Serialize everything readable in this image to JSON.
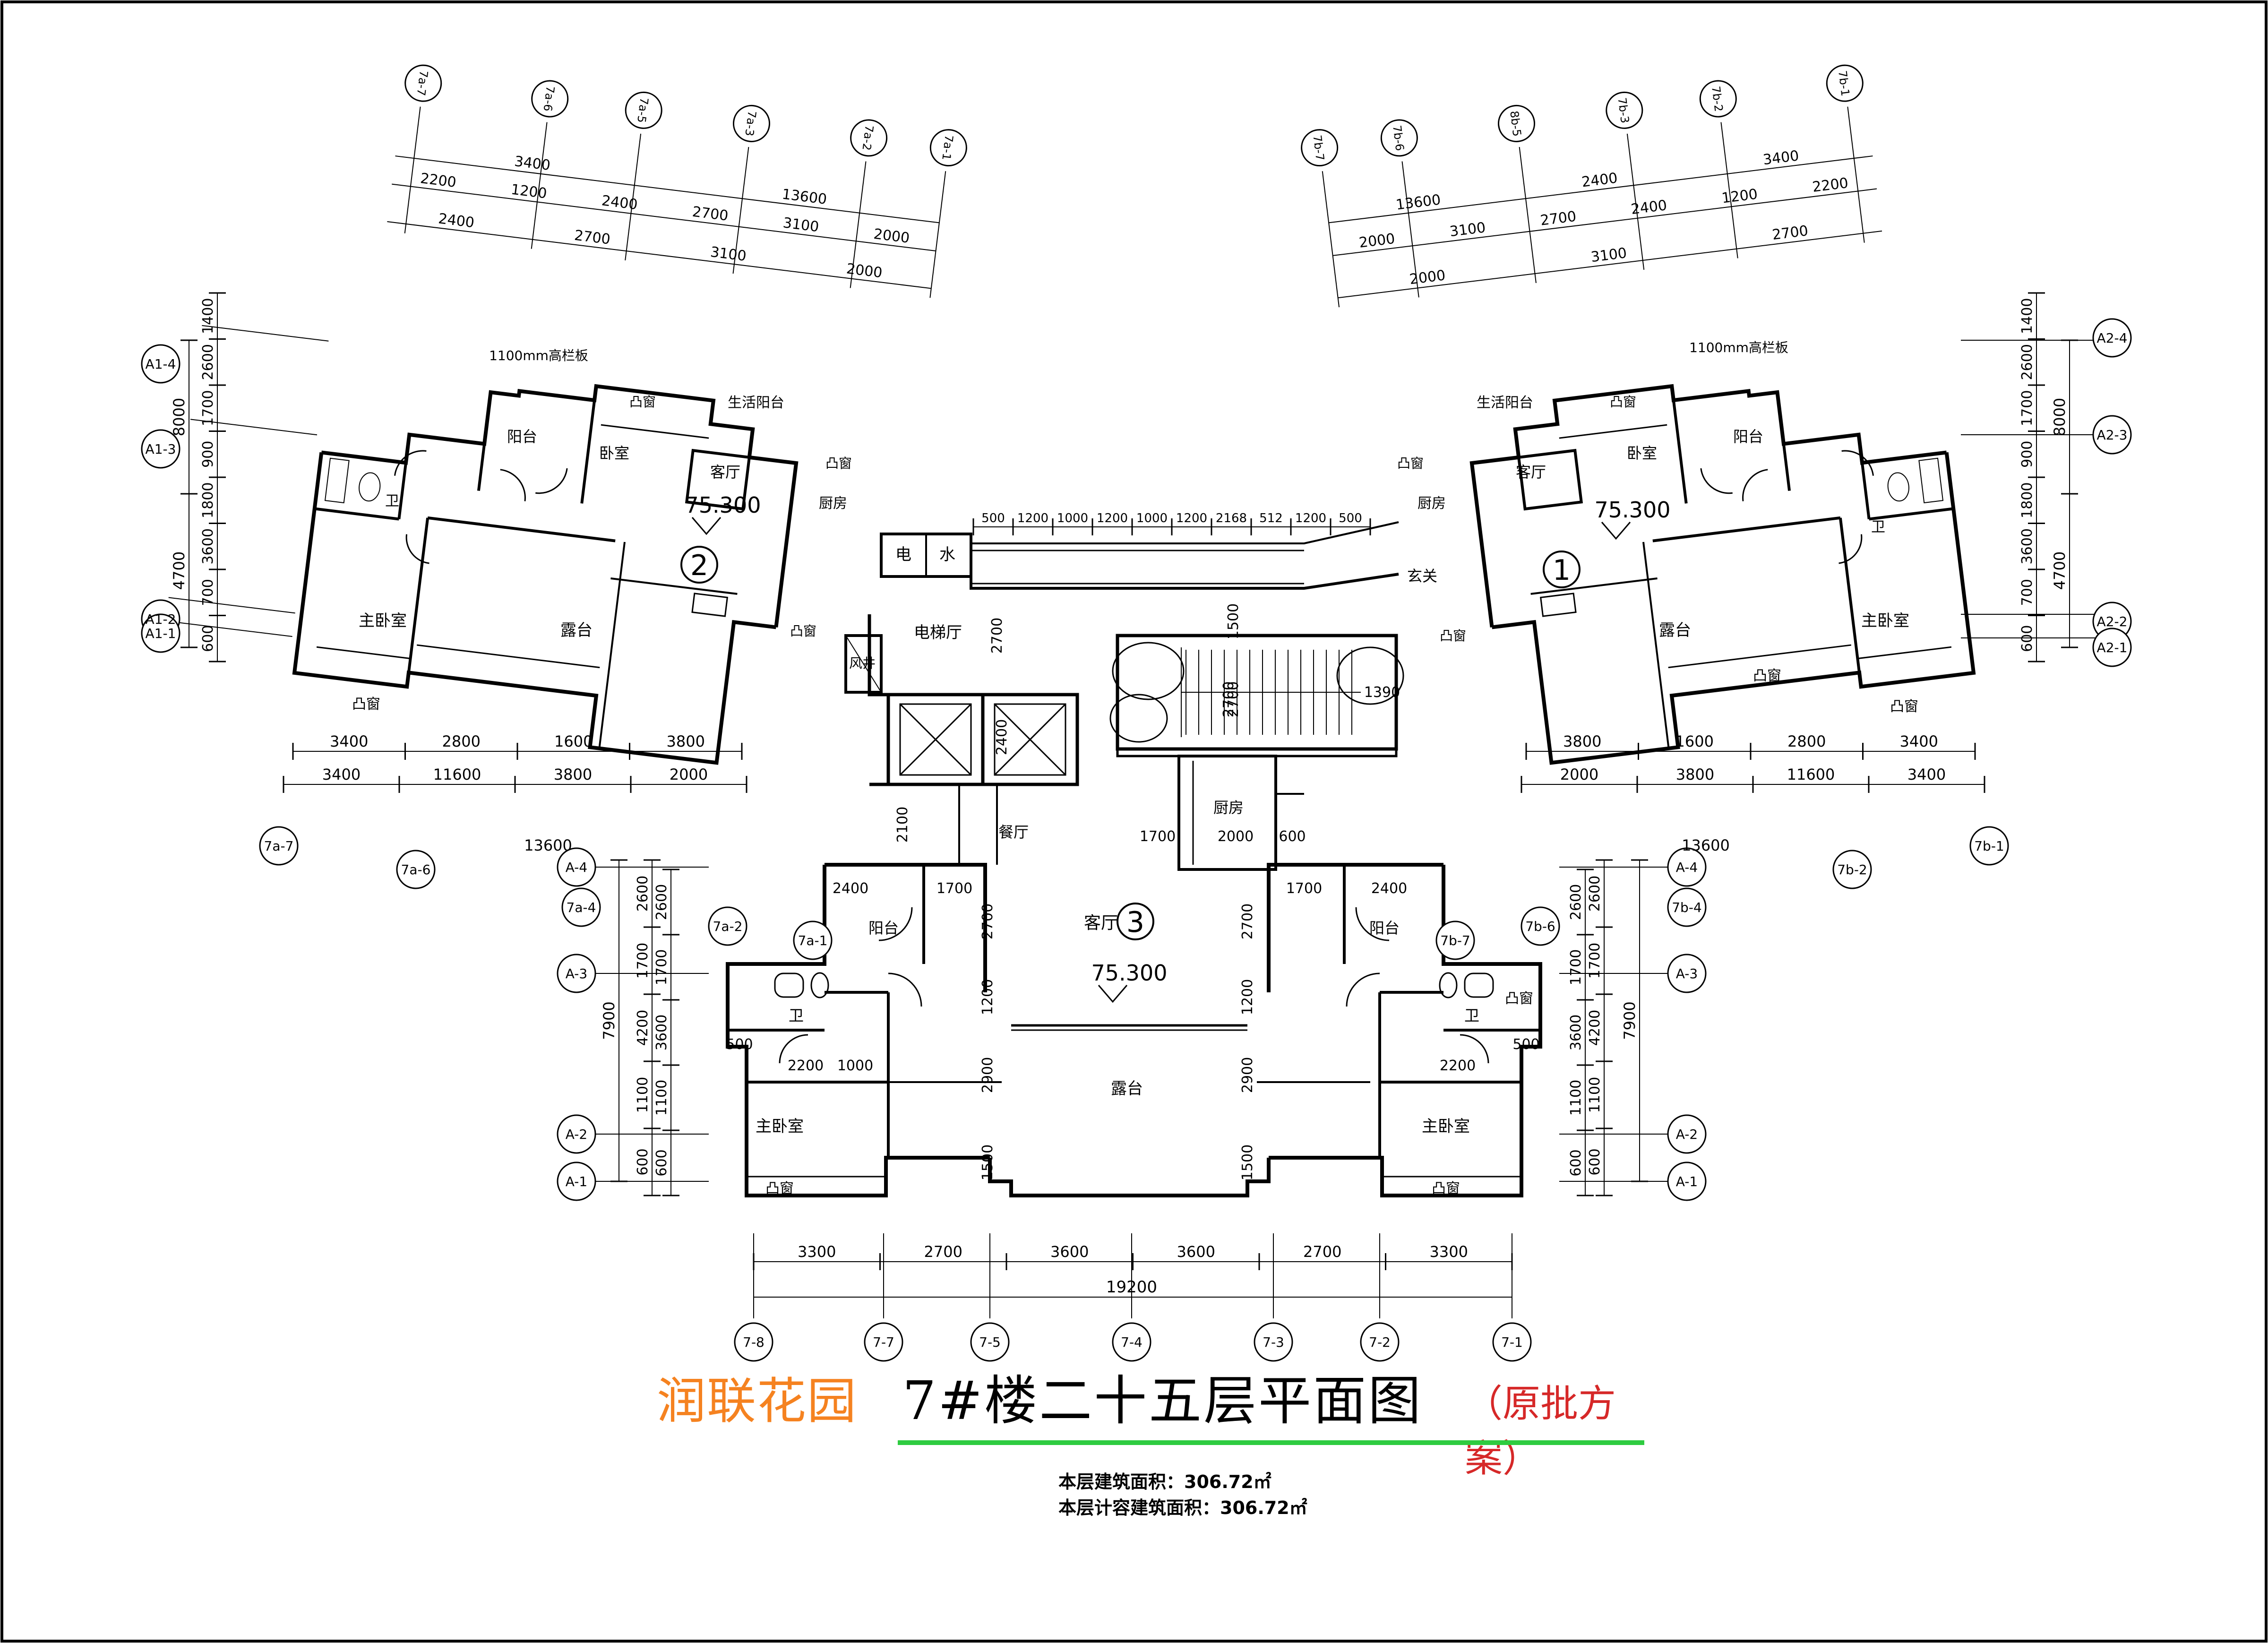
{
  "title": {
    "project": "润联花园",
    "main": "7#楼二十五层平面图",
    "note": "（原批方案）",
    "underline_color": "#2ecc40",
    "project_color": "#f58220",
    "note_color": "#d62828"
  },
  "areas": {
    "floor_area": "本层建筑面积：306.72㎡",
    "far_area": "本层计容建筑面积：306.72㎡"
  },
  "units": {
    "u1": {
      "number": "1",
      "elevation": "75.300"
    },
    "u2": {
      "number": "2",
      "elevation": "75.300"
    },
    "u3": {
      "number": "3",
      "elevation": "75.300"
    }
  },
  "rooms": {
    "living": "客厅",
    "bedroom": "卧室",
    "master": "主卧室",
    "balcony": "阳台",
    "service_balcony": "生活阳台",
    "kitchen": "厨房",
    "bath": "卫",
    "bay": "凸窗",
    "terrace": "露台",
    "elevator_hall": "电梯厅",
    "dining": "餐厅",
    "vestibule": "玄关",
    "elec": "电",
    "water": "水",
    "shaft": "风井",
    "rail": "1100mm高栏板"
  },
  "axes": {
    "bottom": [
      "7-8",
      "7-7",
      "7-5",
      "7-4",
      "7-3",
      "7-2",
      "7-1"
    ],
    "top_left": [
      "7a-7",
      "7a-6",
      "7a-5",
      "7a-3",
      "7a-2",
      "7a-1"
    ],
    "top_right": [
      "7b-7",
      "7b-6",
      "8b-5",
      "7b-3",
      "7b-2",
      "7b-1"
    ],
    "left_wing": [
      "A1-4",
      "A1-3",
      "A1-2",
      "A1-1"
    ],
    "right_wing": [
      "A2-4",
      "A2-3",
      "A2-2",
      "A2-1"
    ],
    "center_left": [
      "A-4",
      "A-3",
      "A-2",
      "A-1"
    ],
    "center_right": [
      "A-4",
      "A-3",
      "A-2",
      "A-1"
    ],
    "lower_left": [
      "7a-7",
      "7a-6",
      "7a-4",
      "7a-2",
      "7a-1"
    ],
    "lower_right": [
      "7b-1",
      "7b-2",
      "7b-4",
      "7b-6",
      "7b-7"
    ]
  },
  "dims": {
    "bottom_row": [
      "3300",
      "2700",
      "3600",
      "3600",
      "2700",
      "3300"
    ],
    "bottom_total": "19200",
    "top_left_r1": [
      "3400",
      "13600"
    ],
    "top_left_r2": [
      "2200",
      "1200",
      "2400",
      "2700",
      "3100",
      "2000"
    ],
    "top_left_r3": [
      "2400",
      "2700",
      "3100",
      "2000"
    ],
    "top_right_r1": [
      "13600",
      "2400",
      "3400"
    ],
    "top_right_r2": [
      "2000",
      "3100",
      "2700",
      "2400",
      "1200",
      "2200"
    ],
    "top_right_r3": [
      "2000",
      "3100",
      "2700"
    ],
    "left_wing_v": [
      "1400",
      "2600",
      "1700",
      "900",
      "1800",
      "4700",
      "3600",
      "8000",
      "700",
      "600"
    ],
    "right_wing_v": [
      "1400",
      "2600",
      "1700",
      "900",
      "1800",
      "4700",
      "3600",
      "8000",
      "700",
      "600"
    ],
    "left_wing_bottom_r1": [
      "3400",
      "2800",
      "1600",
      "3800"
    ],
    "left_wing_bottom_r2": [
      "3400",
      "11600",
      "3800",
      "2000",
      "13600"
    ],
    "right_wing_bottom_r1": [
      "3800",
      "1600",
      "2800",
      "3400"
    ],
    "right_wing_bottom_r2": [
      "2000",
      "3800",
      "11600",
      "3400",
      "13600"
    ],
    "center_v": [
      "2600",
      "1700",
      "7900",
      "4200",
      "3600",
      "1100",
      "600"
    ],
    "corridor": [
      "500",
      "1200",
      "1000",
      "1200",
      "1000",
      "1200",
      "2168",
      "512",
      "1200",
      "500"
    ],
    "misc": [
      "2400",
      "1700",
      "2100",
      "1700",
      "2000",
      "600",
      "2700",
      "1500",
      "2700",
      "1390",
      "1200",
      "2900",
      "1500",
      "2200",
      "1000",
      "500",
      "2800",
      "1600",
      "600",
      "1200",
      "1600",
      "2200",
      "1700",
      "600"
    ]
  }
}
